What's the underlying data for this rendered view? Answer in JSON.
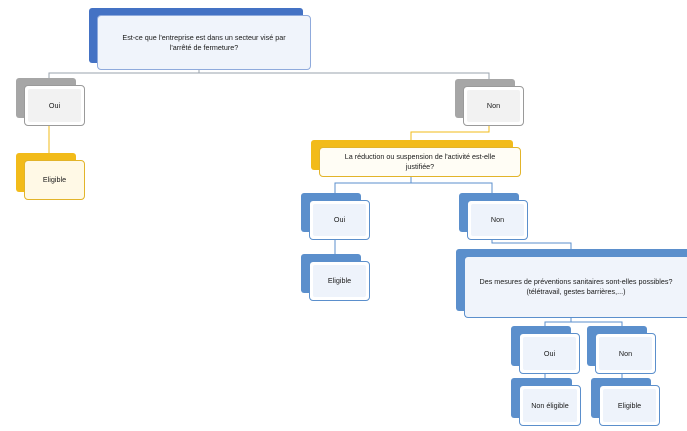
{
  "diagram": {
    "root_question": "Est-ce que l'entreprise est dans un secteur visé par l'arrêté de fermeture?",
    "left_branch": {
      "answer": "Oui",
      "result": "Eligible"
    },
    "right_branch": {
      "answer": "Non",
      "question": "La réduction ou suspension de l'activité est-elle justifiée?",
      "yes_branch": {
        "answer": "Oui",
        "result": "Eligible"
      },
      "no_branch": {
        "answer": "Non",
        "question_line1": "Des mesures de préventions sanitaires sont-elles possibles?",
        "question_line2": "(télétravail, gestes barrières,...)",
        "yes_branch": {
          "answer": "Oui",
          "result": "Non éligible"
        },
        "no_branch": {
          "answer": "Non",
          "result": "Eligible"
        }
      }
    }
  },
  "colors": {
    "root_accent": "#4472c4",
    "gray_accent": "#a6a6a6",
    "yellow_accent": "#f2bb1a",
    "blue_accent": "#5b8fcc",
    "connector_gray": "#9aa3ad",
    "connector_yellow": "#f2bb1a",
    "connector_blue": "#5b8fcc"
  }
}
